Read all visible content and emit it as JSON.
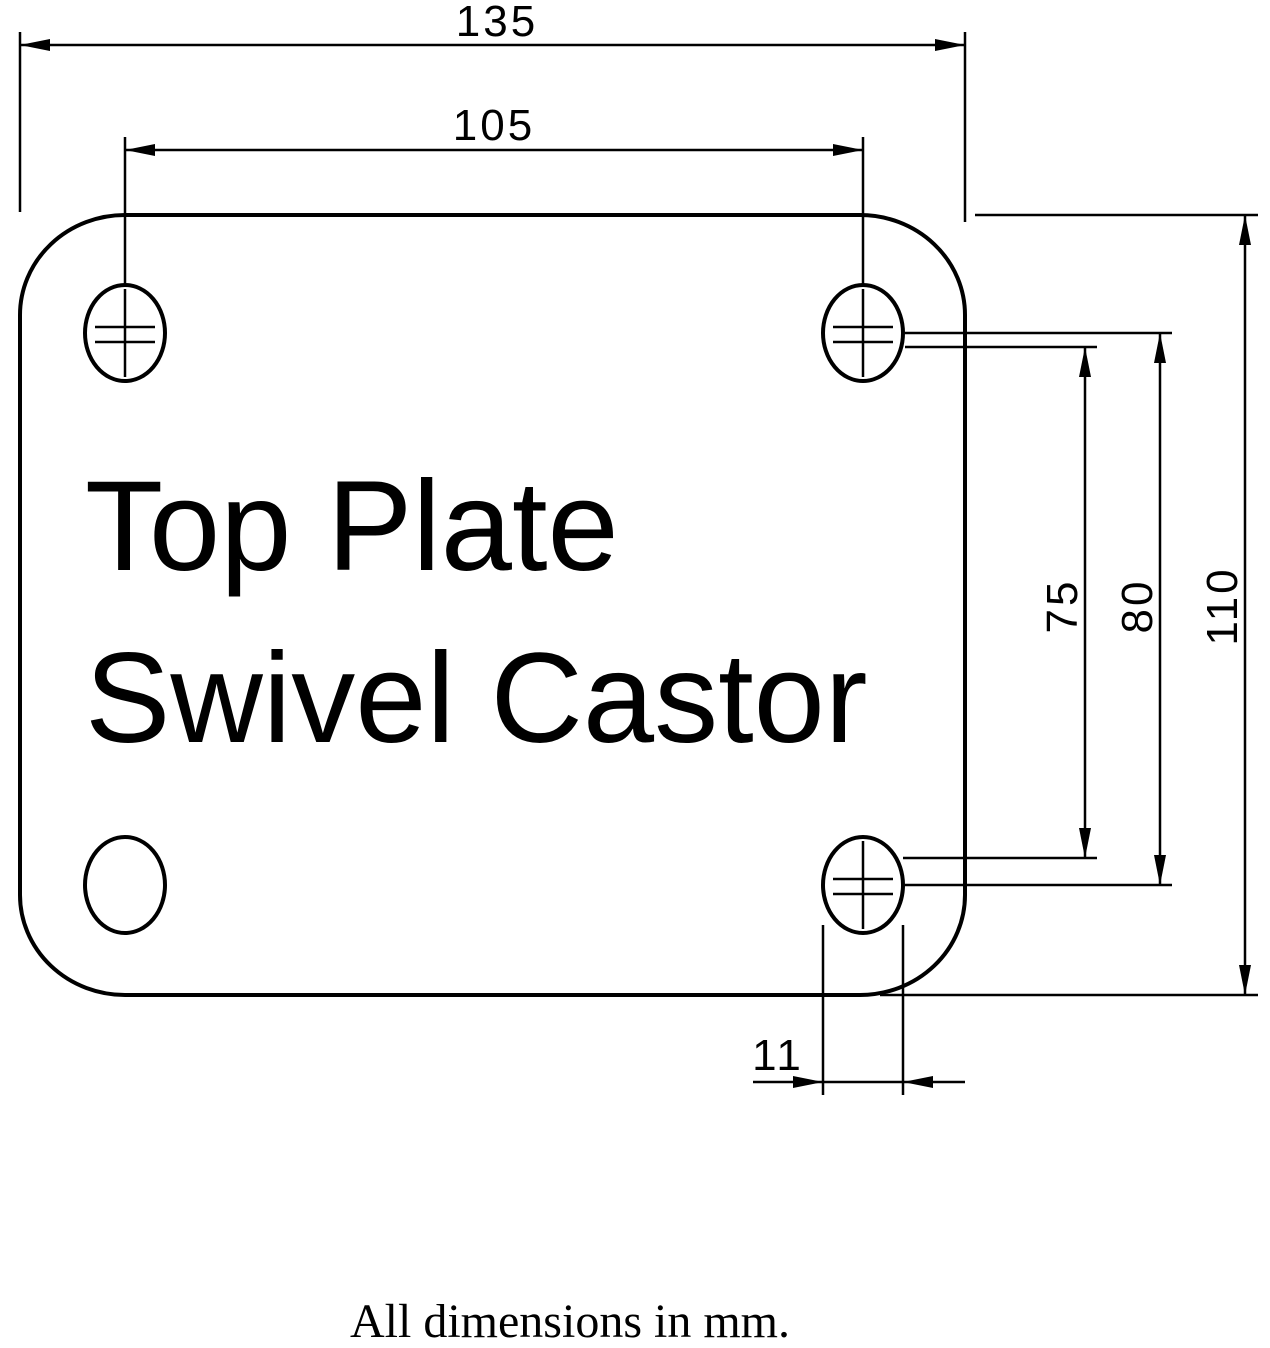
{
  "drawing": {
    "title": {
      "line1": "Top Plate",
      "line2": "Swivel Castor"
    },
    "note": "All dimensions in mm.",
    "dimensions": {
      "plate_width_mm": "135",
      "hole_pitch_horizontal_mm": "105",
      "hole_pitch_vertical_inner_mm": "75",
      "hole_pitch_vertical_mm": "80",
      "plate_height_mm": "110",
      "slot_width_mm": "11"
    },
    "colors": {
      "line": "#000000",
      "background": "#ffffff"
    }
  }
}
